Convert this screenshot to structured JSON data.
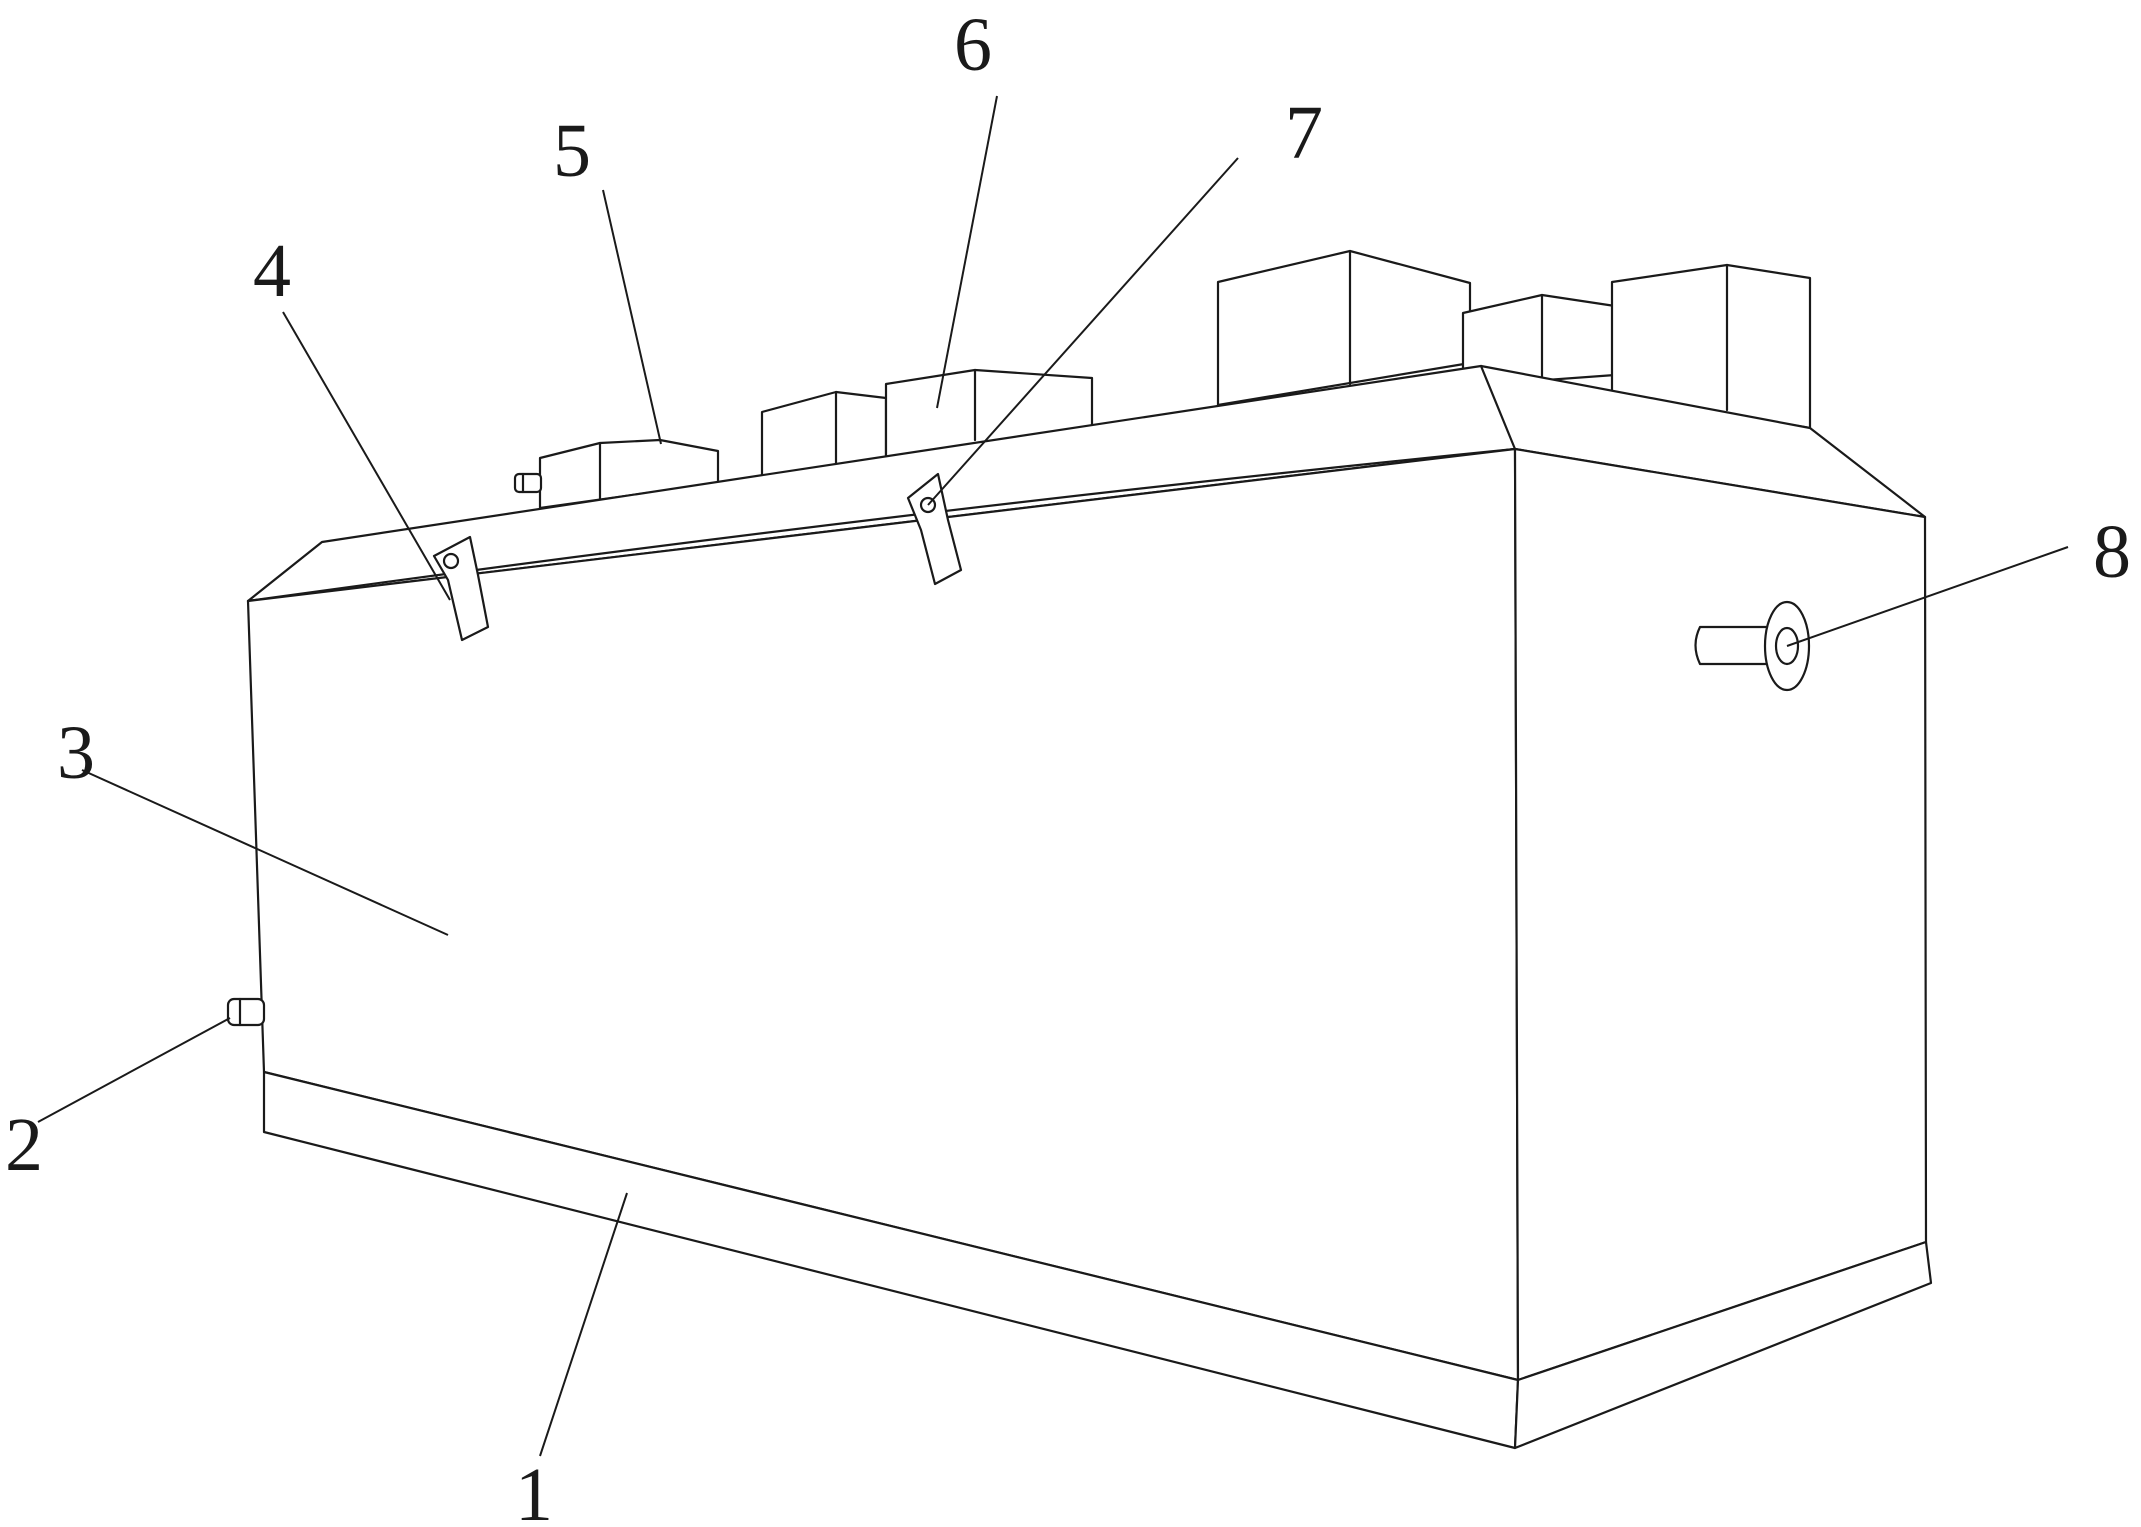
{
  "figure": {
    "colors": {
      "line": "#1a1a1a",
      "background": "#ffffff"
    },
    "labels": [
      {
        "id": "base",
        "text": "1"
      },
      {
        "id": "left-pipe",
        "text": "2"
      },
      {
        "id": "tank-body",
        "text": "3"
      },
      {
        "id": "left-lifting-lug",
        "text": "4"
      },
      {
        "id": "small-box",
        "text": "5"
      },
      {
        "id": "middle-box",
        "text": "6"
      },
      {
        "id": "right-lifting-lug",
        "text": "7"
      },
      {
        "id": "right-flange-pipe",
        "text": "8"
      }
    ]
  }
}
